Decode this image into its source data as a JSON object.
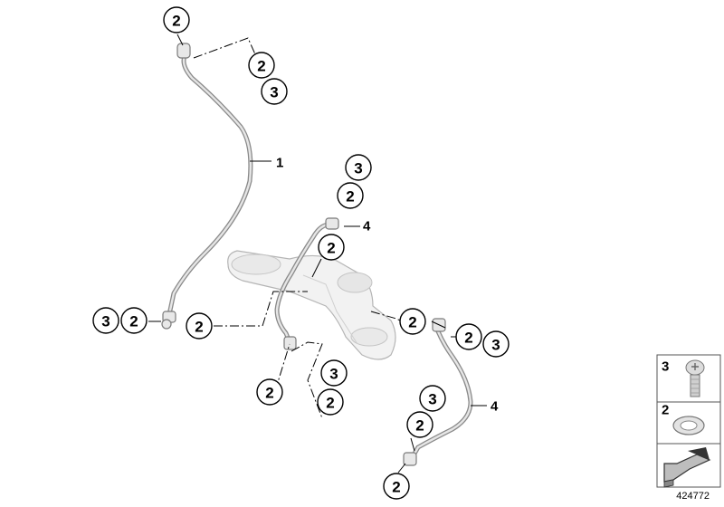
{
  "callouts": {
    "c01": "2",
    "c02": "2",
    "c03": "3",
    "c04": "3",
    "c05": "2",
    "c06": "2",
    "c07": "3",
    "c08": "2",
    "c09": "2",
    "c10": "2",
    "c11": "2",
    "c12": "3",
    "c13": "2",
    "c14": "3",
    "c15": "2",
    "c16": "3",
    "c17": "2",
    "c18": "2"
  },
  "part_labels": {
    "p1": "1",
    "p4a": "4",
    "p4b": "4"
  },
  "legend": {
    "item_screw": "3",
    "item_washer": "2"
  },
  "diagram_number": "424772"
}
